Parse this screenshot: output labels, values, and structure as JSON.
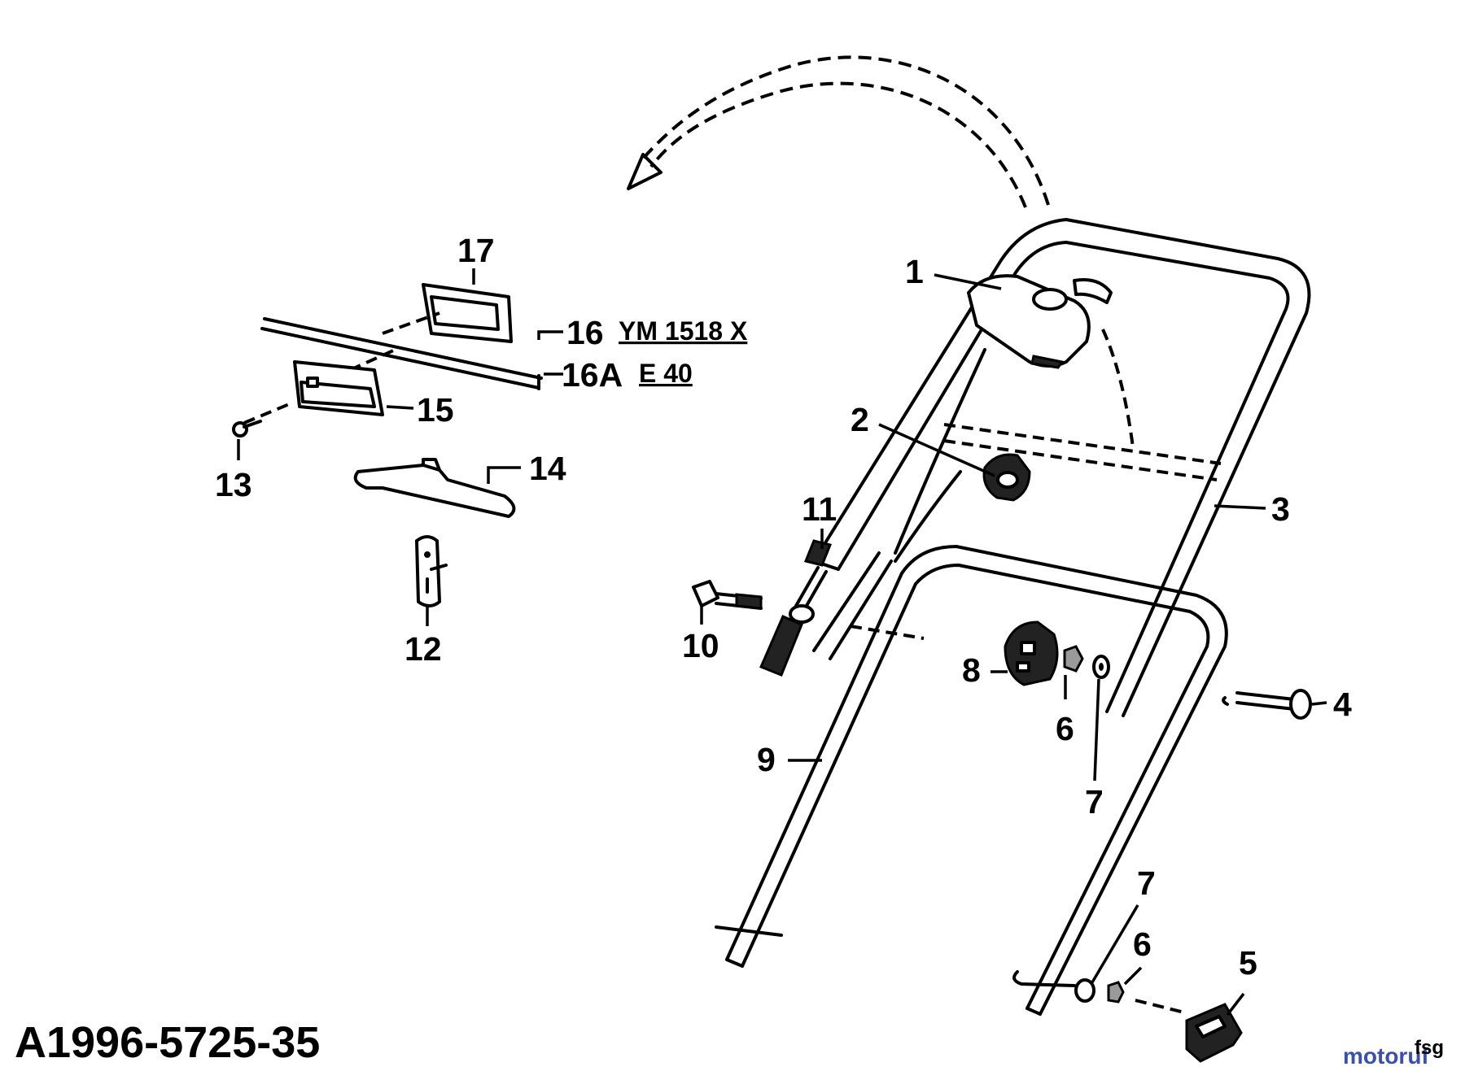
{
  "callouts": {
    "c1": "1",
    "c2": "2",
    "c3": "3",
    "c4": "4",
    "c5": "5",
    "c6a": "6",
    "c6b": "6",
    "c7a": "7",
    "c7b": "7",
    "c8": "8",
    "c9": "9",
    "c10": "10",
    "c11": "11",
    "c12": "12",
    "c13": "13",
    "c14": "14",
    "c15": "15",
    "c16": "16",
    "c16a": "16A",
    "c17": "17"
  },
  "models": {
    "m16": "YM 1518 X",
    "m16a": "E 40"
  },
  "diagram_code": "A1996-5725-35",
  "watermark": {
    "text": "motoruf",
    "suffix": "fsg",
    "colors": [
      "#3b4fb0",
      "#d8262d"
    ]
  }
}
